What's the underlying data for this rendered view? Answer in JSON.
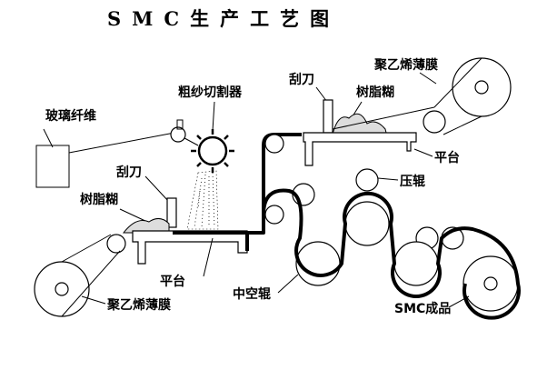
{
  "title": "SMC生产工艺图",
  "labels": {
    "glass_fiber": "玻璃纤维",
    "roving_cutter": "粗纱切割器",
    "scraper_left": "刮刀",
    "resin_paste_left": "树脂糊",
    "platform_left": "平台",
    "pe_film_left": "聚乙烯薄膜",
    "scraper_right": "刮刀",
    "resin_paste_right": "树脂糊",
    "pe_film_right": "聚乙烯薄膜",
    "platform_right": "平台",
    "pressure_roller": "压辊",
    "hollow_roller": "中空辊",
    "smc_product": "SMC成品"
  }
}
